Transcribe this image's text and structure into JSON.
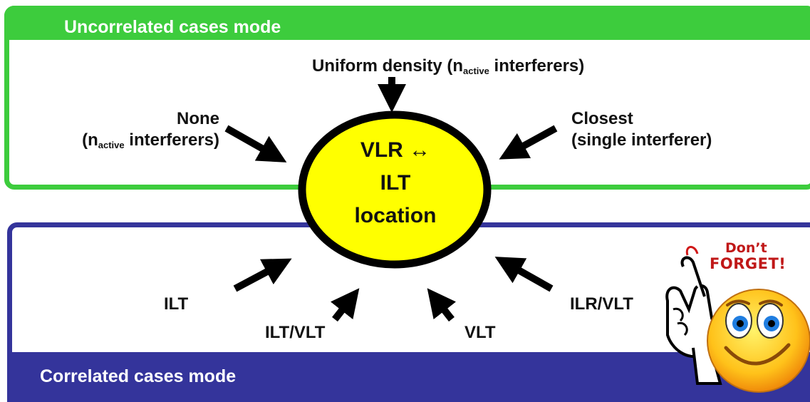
{
  "top_panel": {
    "title": "Uncorrelated cases mode",
    "inputs": {
      "uniform": {
        "text": "Uniform density (",
        "sub": "active",
        "pre_sub": "n",
        "after": " interferers)"
      },
      "none": {
        "line1": "None",
        "pre_sub": "(n",
        "sub": "active",
        "after": " interferers)"
      },
      "closest": {
        "line1": "Closest",
        "line2": "(single interferer)"
      }
    }
  },
  "center": {
    "line1": "VLR ↔",
    "line2": "ILT",
    "line3": "location"
  },
  "bottom_panel": {
    "title": "Correlated cases mode",
    "inputs": {
      "ilt": "ILT",
      "ilt_vlt": "ILT/VLT",
      "vlt": "VLT",
      "ilr_vlt": "ILR/VLT"
    }
  },
  "sticker": {
    "line1": "Don’t",
    "line2": "FORGET!"
  },
  "colors": {
    "green": "#3dcc3d",
    "blue": "#34349b",
    "yellow": "#ffff00",
    "red": "#c01818"
  }
}
